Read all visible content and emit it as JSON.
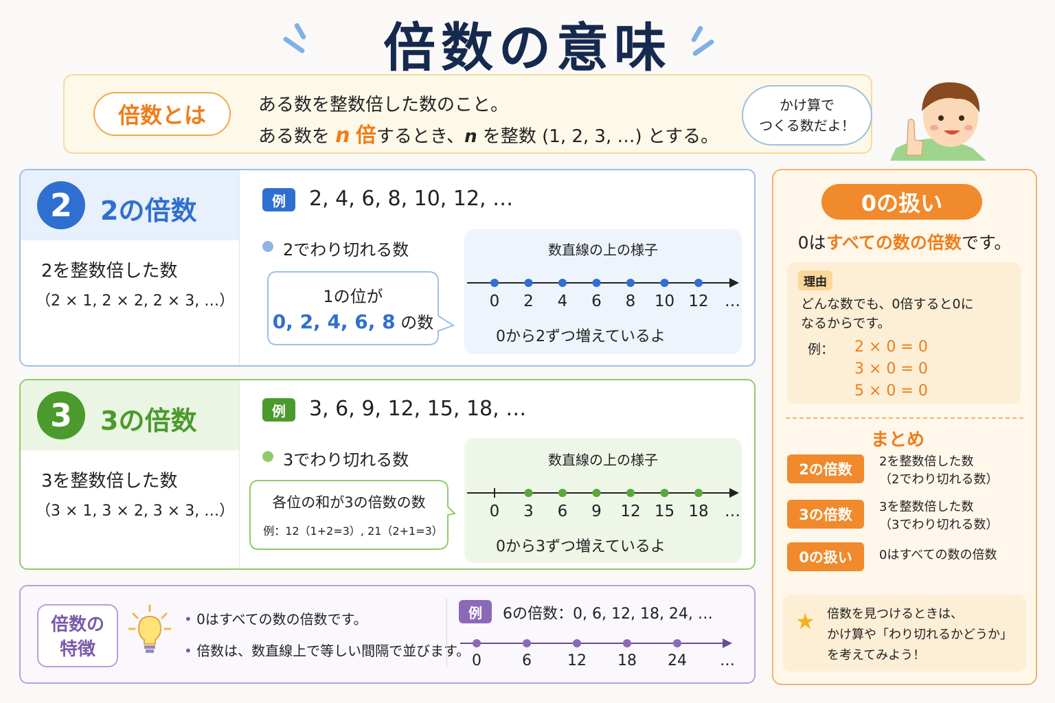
{
  "title": "倍数の意味",
  "definition": {
    "label": "倍数とは",
    "line1": "ある数を整数倍した数のこと。",
    "line2_pre": "ある数を",
    "line2_n": "n",
    "line2_bai": "倍",
    "line2_mid": "するとき、",
    "line2_n2": "n",
    "line2_post": "を整数 (1, 2, 3, …) とする。"
  },
  "bubble": {
    "line1": "かけ算で",
    "line2": "つくる数だよ！"
  },
  "two": {
    "circle": "2",
    "heading": "2の倍数",
    "desc": "2を整数倍した数",
    "desc_sub": "（2 × 1, 2 × 2, 2 × 3, …）",
    "tag": "例",
    "examples": "2, 4, 6, 8, 10, 12, …",
    "divisible": "2でわり切れる数",
    "callout_l1": "1の位が",
    "callout_nums": "0, 2, 4, 6, 8",
    "callout_post": "の数",
    "nl_caption": "数直線の上の様子",
    "nl_ticks": [
      "0",
      "2",
      "4",
      "6",
      "8",
      "10",
      "12",
      "…"
    ],
    "nl_note": "0から2ずつ増えているよ"
  },
  "three": {
    "circle": "3",
    "heading": "3の倍数",
    "desc": "3を整数倍した数",
    "desc_sub": "（3 × 1, 3 × 2, 3 × 3, …）",
    "tag": "例",
    "examples": "3, 6, 9, 12, 15, 18, …",
    "divisible": "3でわり切れる数",
    "callout_l1": "各位の和が3の倍数の数",
    "callout_l2": "例：12（1+2=3）, 21（2+1=3）",
    "nl_caption": "数直線の上の様子",
    "nl_ticks": [
      "0",
      "3",
      "6",
      "9",
      "12",
      "15",
      "18",
      "…"
    ],
    "nl_note": "0から3ずつ増えているよ"
  },
  "feature": {
    "label_l1": "倍数の",
    "label_l2": "特徴",
    "b1": "0はすべての数の倍数です。",
    "b2": "倍数は、数直線上で等しい間隔で並びます。",
    "tag": "例",
    "example": "6の倍数：0, 6, 12, 18, 24, …",
    "nl_ticks": [
      "0",
      "6",
      "12",
      "18",
      "24",
      "…"
    ]
  },
  "zero": {
    "pill": "0の扱い",
    "stmt_pre": "0は",
    "stmt_hl": "すべての数の倍数",
    "stmt_post": "です。",
    "reason_tag": "理由",
    "reason_l1": "どんな数でも、0倍すると0に",
    "reason_l2": "なるからです。",
    "ex_label": "例：",
    "ex": [
      "2 × 0 = 0",
      "3 × 0 = 0",
      "5 × 0 = 0"
    ]
  },
  "summary": {
    "title": "まとめ",
    "items": [
      {
        "tag": "2の倍数",
        "l1": "2を整数倍した数",
        "l2": "（2でわり切れる数）"
      },
      {
        "tag": "3の倍数",
        "l1": "3を整数倍した数",
        "l2": "（3でわり切れる数）"
      },
      {
        "tag": "0の扱い",
        "l1": "0はすべての数の倍数",
        "l2": ""
      }
    ]
  },
  "tip": {
    "l1": "倍数を見つけるときは、",
    "l2": "かけ算や「わり切れるかどうか」",
    "l3": "を考えてみよう！"
  },
  "colors": {
    "blue": "#2f6fd0",
    "green": "#4a9a2c",
    "orange": "#ee7d1a",
    "purple": "#7a5aa8"
  }
}
